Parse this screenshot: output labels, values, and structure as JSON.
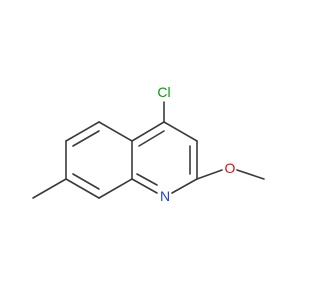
{
  "molecule": {
    "atoms": {
      "chlorine": {
        "label": "Cl",
        "color": "#00a000"
      },
      "nitrogen": {
        "label": "N",
        "color": "#1f3fd6"
      },
      "oxygen": {
        "label": "O",
        "color": "#e01010"
      }
    },
    "bond_color": "#3a3a3a"
  }
}
